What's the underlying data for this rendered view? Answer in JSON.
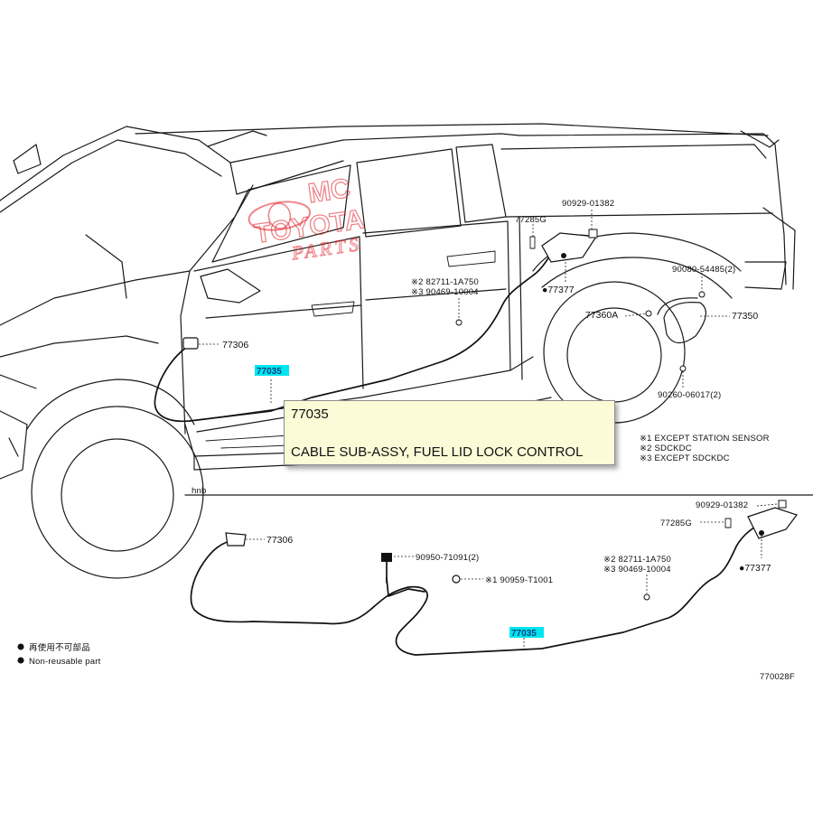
{
  "watermark": {
    "line1": "MC",
    "line2": "TOYOTA",
    "line3": "PARTS",
    "color": "#e0202a"
  },
  "upper_callouts": {
    "p77306": "77306",
    "p77035": "77035",
    "p77285": "77285G",
    "p90929": "90929-01382",
    "p82711": "※2 82711-1A750",
    "p90469": "※3 90469-10004",
    "p77377": "●77377",
    "p90080": "90080-54485(2)",
    "p77360": "77360A",
    "p77350": "77350",
    "p90260": "90260-06017(2)"
  },
  "notes": {
    "n1": "※1 EXCEPT STATION SENSOR",
    "n2": "※2 SDCKDC",
    "n3": "※3 EXCEPT SDCKDC"
  },
  "fender_label": "hnb",
  "tooltip": {
    "part_number": "77035",
    "part_name": "CABLE SUB-ASSY, FUEL LID LOCK CONTROL",
    "background": "#fcfbd8"
  },
  "lower_callouts": {
    "p77306": "77306",
    "p90950": "90950-71091(2)",
    "p90959": "※1 90959-T1001",
    "p90929": "90929-01382",
    "p77285": "77285G",
    "p82711": "※2 82711-1A750",
    "p90469": "※3 90469-10004",
    "p77377": "●77377",
    "p77035": "77035"
  },
  "legend": {
    "item1": "再使用不可部品",
    "item2": "Non-reusable part"
  },
  "figure_id": "770028F",
  "highlight_color": "#00e5ee"
}
